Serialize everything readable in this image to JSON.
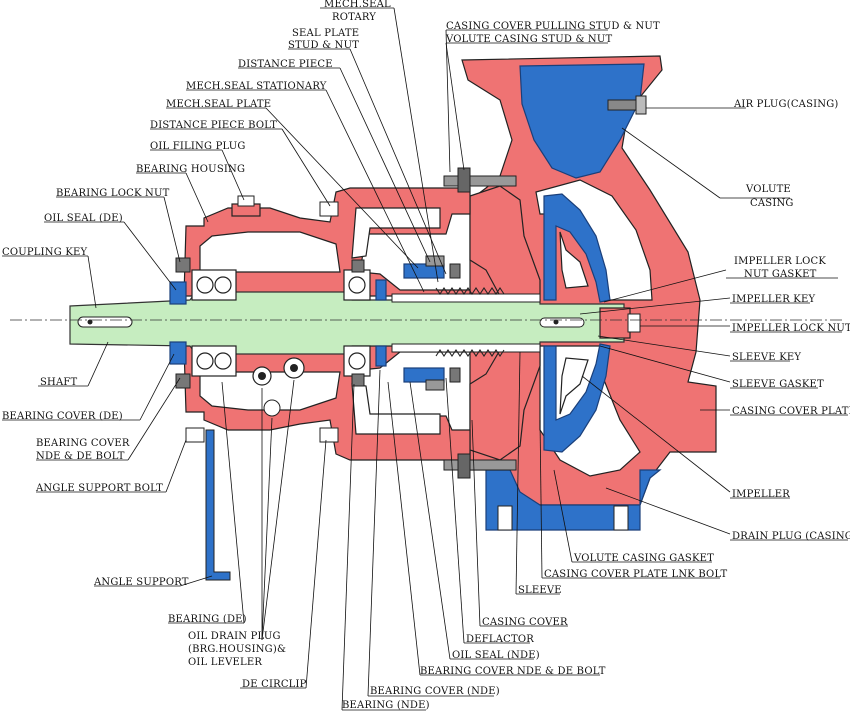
{
  "diagram": {
    "labels": {
      "mech_seal_rotary": [
        "MECH.SEAL",
        "ROTARY"
      ],
      "seal_plate_stud_nut": [
        "SEAL PLATE",
        "STUD & NUT"
      ],
      "distance_piece": "DISTANCE PIECE",
      "mech_seal_stationary": "MECH.SEAL STATIONARY",
      "mech_seal_plate": "MECH.SEAL PLATE",
      "distance_piece_bolt": "DISTANCE PIECE BOLT",
      "oil_filing_plug": "OIL FILING PLUG",
      "bearing_housing": "BEARING HOUSING",
      "bearing_lock_nut": "BEARING LOCK NUT",
      "oil_seal_de": "OIL SEAL (DE)",
      "coupling_key": "COUPLING KEY",
      "shaft": "SHAFT",
      "bearing_cover_de": "BEARING COVER (DE)",
      "bearing_cover_nde_de_bolt": [
        "BEARING COVER",
        "NDE & DE BOLT"
      ],
      "angle_support_bolt": "ANGLE SUPPORT BOLT",
      "angle_support": "ANGLE SUPPORT",
      "bearing_de": "BEARING (DE)",
      "oil_drain_plug": [
        "OIL DRAIN PLUG",
        "(BRG.HOUSING)&",
        "OIL LEVELER"
      ],
      "de_circlip": "DE CIRCLIP",
      "bearing_nde": "BEARING (NDE)",
      "bearing_cover_nde": "BEARING COVER (NDE)",
      "bearing_cover_nde_de_bolt_bottom": "BEARING COVER NDE & DE BOLT",
      "oil_seal_nde": "OIL SEAL (NDE)",
      "deflactor": "DEFLACTOR",
      "casing_cover": "CASING COVER",
      "sleeve": "SLEEVE",
      "casing_cover_plate_lnk_bolt": "CASING COVER PLATE LNK BOLT",
      "volute_casing_gasket": "VOLUTE CASING GASKET",
      "casing_cover_pulling_stud_nut": "CASING COVER PULLING STUD & NUT",
      "volute_casing_stud_nut": "VOLUTE CASING  STUD & NUT",
      "air_plug_casing": "AIR PLUG(CASING)",
      "volute_casing": [
        "VOLUTE",
        "CASING"
      ],
      "impeller_lock_nut_gasket": [
        "IMPELLER LOCK",
        "NUT GASKET"
      ],
      "impeller_key": "IMPELLER KEY",
      "impeller_lock_nut": "IMPELLER LOCK NUT",
      "sleeve_key": "SLEEVE KEY",
      "sleeve_gasket": "SLEEVE GASKET",
      "casing_cover_plate": "CASING COVER PLATE",
      "impeller": "IMPELLER",
      "drain_plug_casing": "DRAIN PLUG (CASING)"
    },
    "colors": {
      "casing": "#ef7373",
      "blue_parts": "#2e72c9",
      "shaft": "#c6edc0"
    }
  }
}
